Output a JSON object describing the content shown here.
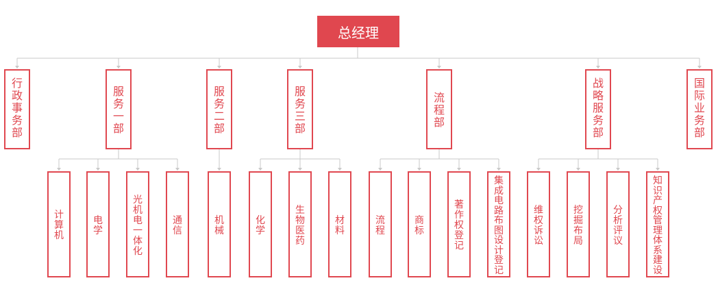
{
  "colors": {
    "accent": "#e0474f",
    "line": "#c9c9c9",
    "background": "#ffffff"
  },
  "root": {
    "label": "总经理"
  },
  "departments": [
    {
      "label": "行政事务部",
      "children": []
    },
    {
      "label": "服务一部",
      "children": [
        "计算机",
        "电学",
        "光机电一体化",
        "通信"
      ]
    },
    {
      "label": "服务二部",
      "children": [
        "机械"
      ]
    },
    {
      "label": "服务三部",
      "children": [
        "化学",
        "生物医药",
        "材料"
      ]
    },
    {
      "label": "流程部",
      "children": [
        "流程",
        "商标",
        "著作权登记",
        "集成电路布图设计登记"
      ]
    },
    {
      "label": "战略服务部",
      "children": [
        "维权诉讼",
        "挖掘布局",
        "分析评议",
        "知识产权管理体系建设"
      ]
    },
    {
      "label": "国际业务部",
      "children": []
    }
  ]
}
